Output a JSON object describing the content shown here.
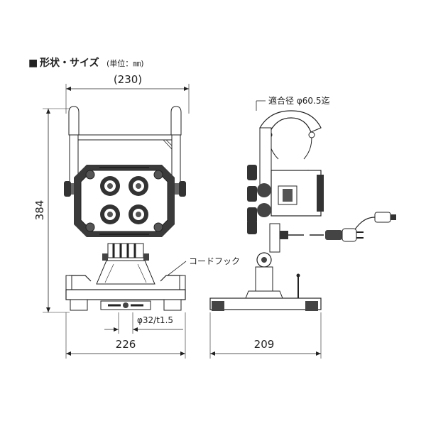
{
  "title": {
    "marker": "■",
    "main": "形状・サイズ",
    "unit": "(単位：㎜)"
  },
  "dimensions": {
    "top_width": "(230)",
    "height": "384",
    "base_width": "226",
    "depth": "209",
    "pipe_diameter": "φ32/t1.5"
  },
  "callouts": {
    "clamp": "適合径 φ60.5迄",
    "cord_hook": "コードフック"
  }
}
